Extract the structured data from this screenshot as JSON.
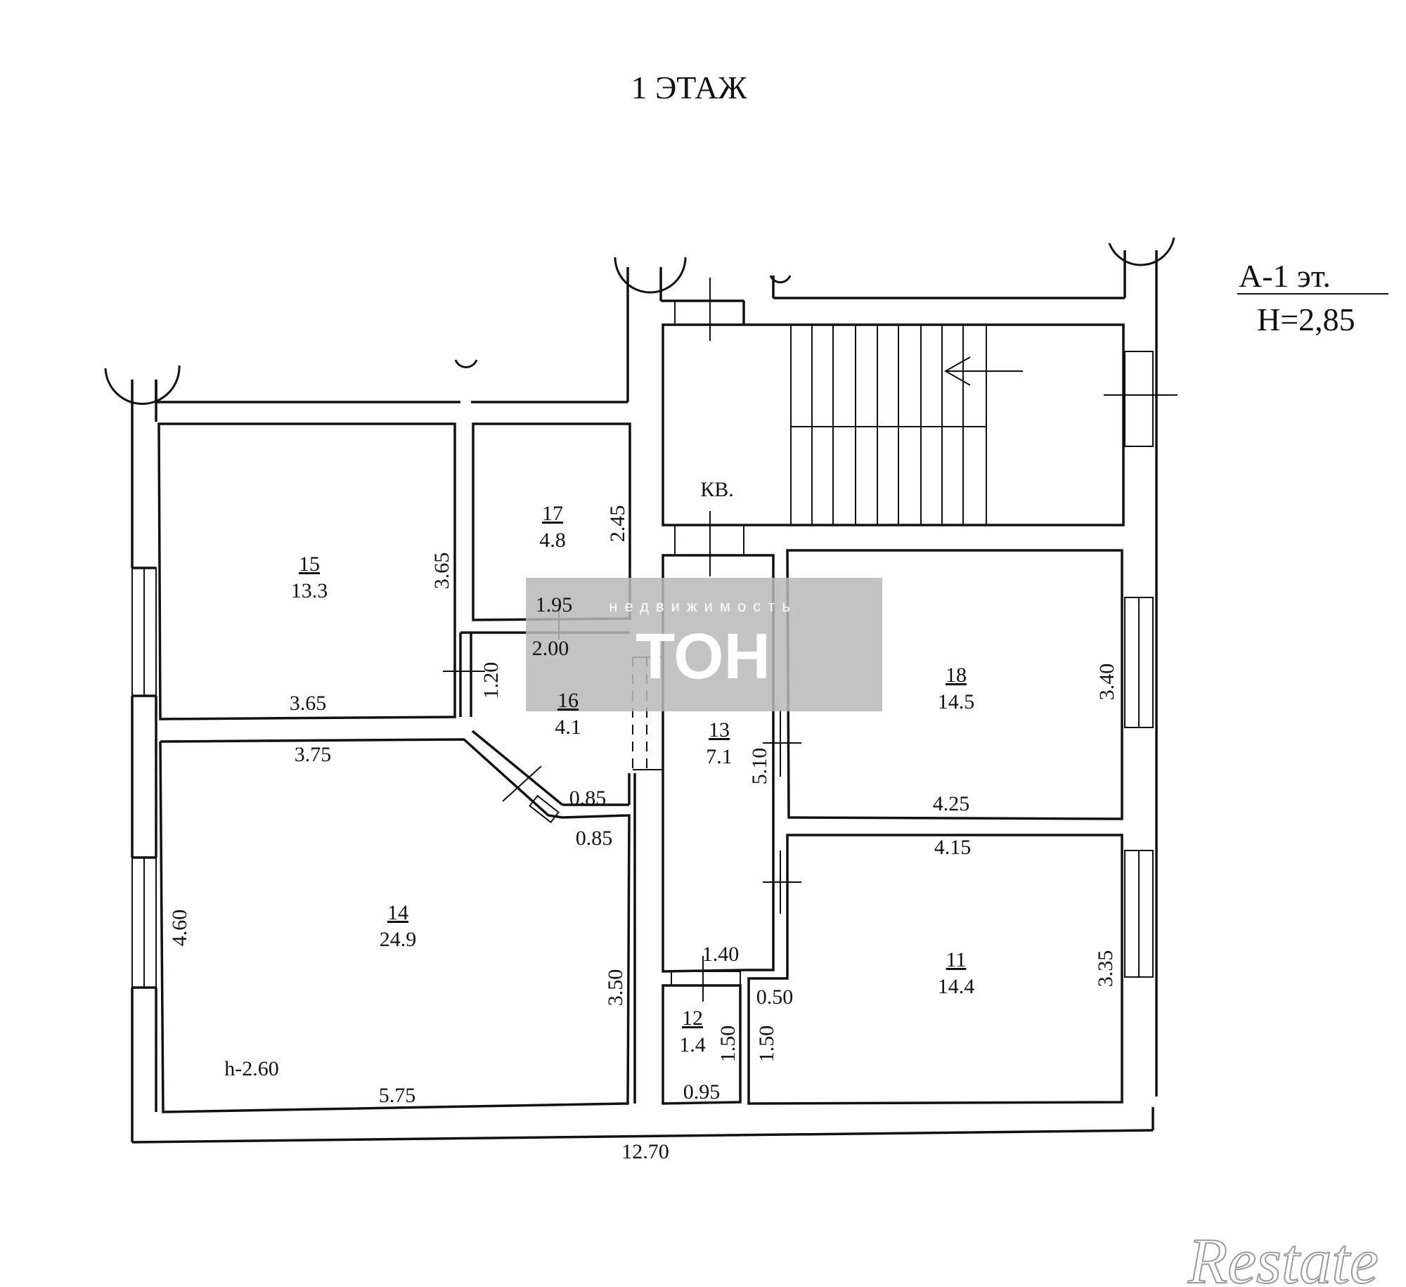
{
  "title": "1 ЭТАЖ",
  "meta": {
    "section": "А-1 эт.",
    "height": "Н=2,85"
  },
  "stair_label": "КВ.",
  "rooms": [
    {
      "id": "15",
      "area": "13.3"
    },
    {
      "id": "17",
      "area": "4.8"
    },
    {
      "id": "16",
      "area": "4.1"
    },
    {
      "id": "14",
      "area": "24.9"
    },
    {
      "id": "13",
      "area": "7.1"
    },
    {
      "id": "18",
      "area": "14.5"
    },
    {
      "id": "11",
      "area": "14.4"
    },
    {
      "id": "12",
      "area": "1.4"
    }
  ],
  "dimensions": {
    "r15_height": "3.65",
    "r15_width": "3.65",
    "r17_height": "2.45",
    "r17_width": "1.95",
    "r16_width": "2.00",
    "r16_height": "1.20",
    "r14_top": "3.75",
    "r16_bottom": "0.85",
    "r14_step": "0.85",
    "r14_height": "4.60",
    "r14_right": "3.50",
    "r14_ceiling": "h-2.60",
    "r14_width": "5.75",
    "r13_height": "5.10",
    "r18_height": "3.40",
    "r18_width": "4.25",
    "r11_top": "4.15",
    "r11_height": "3.35",
    "r12_top": "1.40",
    "r12_height": "1.50",
    "r11_left": "1.50",
    "r11_step": "0.50",
    "r12_width": "0.95",
    "total_width": "12.70"
  },
  "watermark": {
    "tagline": "недвижимость",
    "brand": "ТОН"
  },
  "logo_text": "Restate"
}
